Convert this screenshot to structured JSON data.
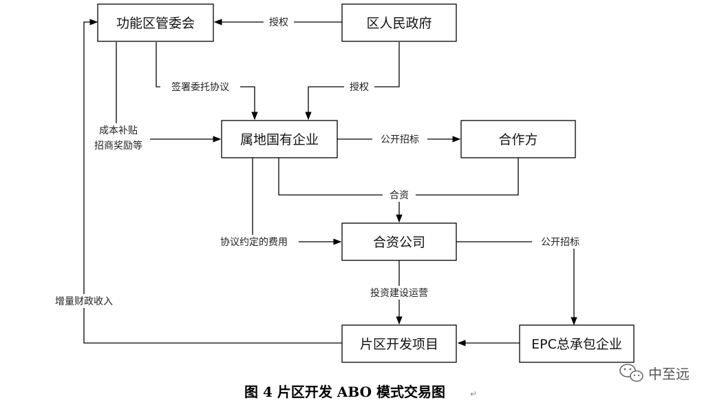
{
  "nodes": {
    "management": "功能区管委会",
    "district_gov": "区人民政府",
    "local_soe": "属地国有企业",
    "partner": "合作方",
    "joint_venture": "合资公司",
    "project": "片区开发项目",
    "epc": "EPC总承包企业"
  },
  "edges": {
    "auth_top": "授权",
    "auth_right": "授权",
    "sign_agreement": "签署委托协议",
    "cost_comp_1": "成本补贴",
    "cost_comp_2": "招商奖励等",
    "public_bid_1": "公开招标",
    "joint_capital": "合资",
    "agreed_fee": "协议约定的费用",
    "public_bid_2": "公开招标",
    "invest_build_operate": "投资建设运营",
    "fiscal_income": "增量财政收入"
  },
  "caption": "图 4  片区开发 ABO 模式交易图",
  "caption_mark": "↵",
  "watermark": "中至远",
  "colors": {
    "line": "#000000",
    "text": "#111111",
    "background": "#ffffff"
  }
}
